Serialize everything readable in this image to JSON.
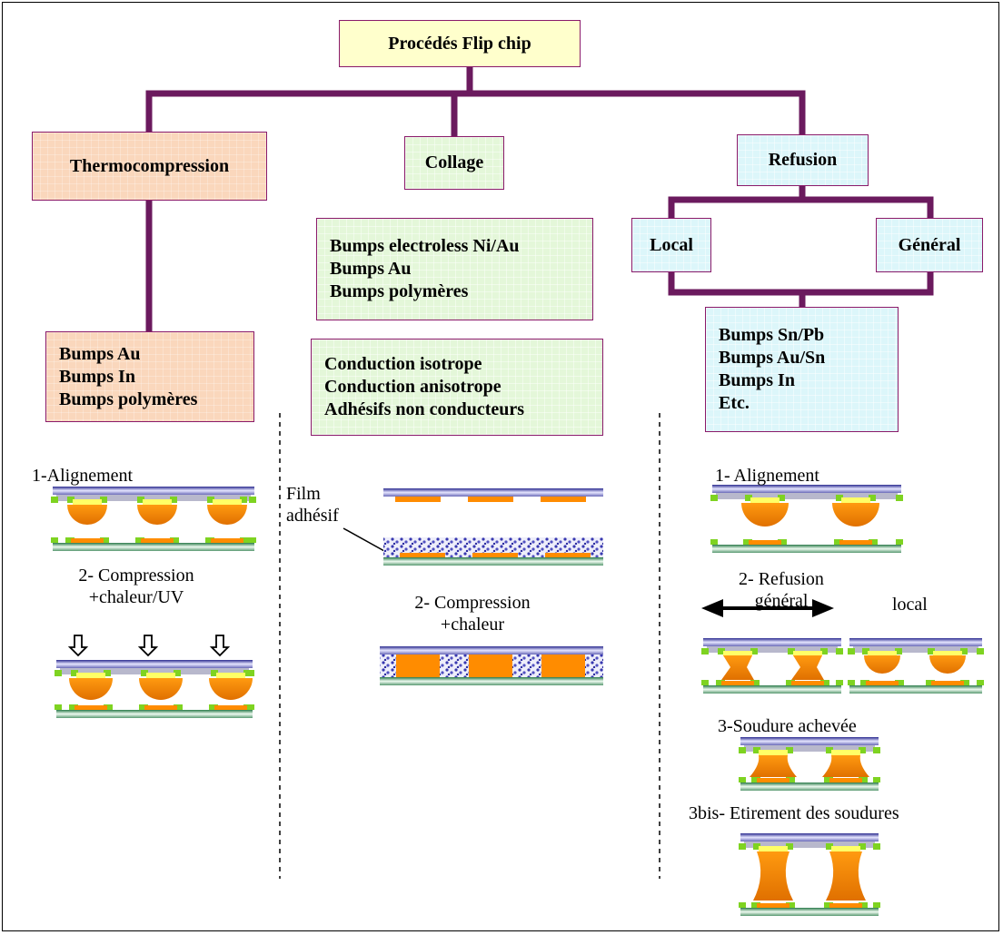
{
  "root": {
    "label": "Procédés Flip chip"
  },
  "branches": {
    "thermo": {
      "label": "Thermocompression",
      "bumps": [
        "Bumps Au",
        "Bumps In",
        "Bumps polymères"
      ]
    },
    "collage": {
      "label": "Collage",
      "bumps": [
        "Bumps electroless Ni/Au",
        "Bumps Au",
        "Bumps polymères"
      ],
      "adhesives": [
        "Conduction isotrope",
        "Conduction anisotrope",
        "Adhésifs non conducteurs"
      ]
    },
    "refusion": {
      "label": "Refusion",
      "local_label": "Local",
      "general_label": "Général",
      "bumps": [
        "Bumps Sn/Pb",
        "Bumps Au/Sn",
        "Bumps In",
        "Etc."
      ]
    }
  },
  "steps": {
    "thermo_align": "1-Alignement",
    "thermo_comp": [
      "2- Compression",
      "+chaleur/UV"
    ],
    "film": [
      "Film",
      "adhésif"
    ],
    "collage_comp": [
      "2- Compression",
      "+chaleur"
    ],
    "ref_align": "1- Alignement",
    "ref_refusion": [
      "2- Refusion",
      "général"
    ],
    "ref_local": "local",
    "ref_soudure": "3-Soudure achevée",
    "ref_etirement": "3bis- Etirement des soudures"
  },
  "colors": {
    "connector": "#6b1a5e",
    "box_border": "#8a1a6a",
    "chip_blue": "#3a3aa6",
    "substrate_green": "#2f8a5a",
    "pad_orange": "#ff8c00",
    "underbump_yellow": "#ffff66",
    "pad_green": "#7ed321",
    "adhesive_dots": "#3333aa"
  }
}
